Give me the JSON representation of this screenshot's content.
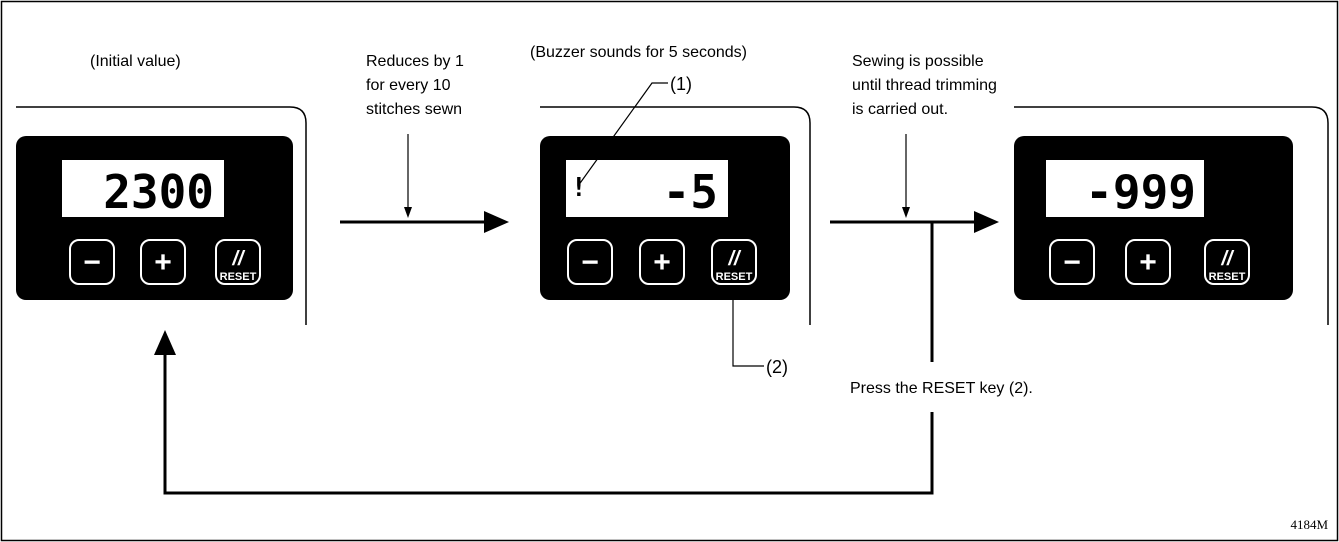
{
  "figure_id": "4184M",
  "labels": {
    "initial_value": "(Initial value)",
    "reduces_line1": "Reduces by 1",
    "reduces_line2": "for every 10",
    "reduces_line3": "stitches sewn",
    "buzzer": "(Buzzer sounds for 5 seconds)",
    "sewing_line1": "Sewing is possible",
    "sewing_line2": "until thread trimming",
    "sewing_line3": "is carried out.",
    "press_reset": "Press the RESET key (2)."
  },
  "callouts": {
    "one": "(1)",
    "two": "(2)"
  },
  "panels": [
    {
      "display": "2300",
      "warning_mark": "",
      "minus": "−",
      "plus": "+",
      "reset_symbol": "//",
      "reset_label": "RESET"
    },
    {
      "display": "-5",
      "warning_mark": "!",
      "minus": "−",
      "plus": "+",
      "reset_symbol": "//",
      "reset_label": "RESET"
    },
    {
      "display": "-999",
      "warning_mark": "",
      "minus": "−",
      "plus": "+",
      "reset_symbol": "//",
      "reset_label": "RESET"
    }
  ],
  "colors": {
    "panel": "#000000",
    "display": "#ffffff",
    "line": "#000000"
  }
}
